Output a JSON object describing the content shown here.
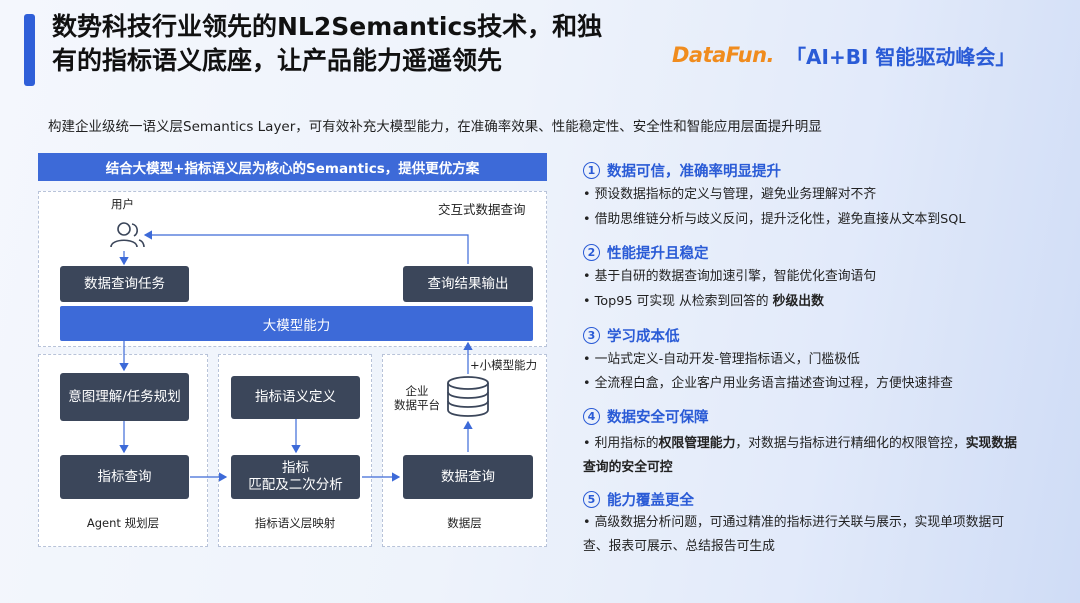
{
  "header": {
    "title_line1": "数势科技行业领先的NL2Semantics技术，和独",
    "title_line2": "有的指标语义底座，让产品能力遥遥领先",
    "brand_logo": "DataFun.",
    "brand_event": "「AI+BI 智能驱动峰会」"
  },
  "subtitle": "构建企业级统一语义层Semantics Layer，可有效补充大模型能力，在准确率效果、性能稳定性、安全性和智能应用层面提升明显",
  "diagram": {
    "header": "结合大模型+指标语义层为核心的Semantics，提供更优方案",
    "user_label": "用户",
    "interactive_label": "交互式数据查询",
    "task_box": "数据查询任务",
    "output_box": "查询结果输出",
    "llm_box": "大模型能力",
    "small_model_label": "+小模型能力",
    "intent_box": "意图理解/任务规划",
    "metric_query_box": "指标查询",
    "semantic_def_box": "指标语义定义",
    "match_box_line1": "指标",
    "match_box_line2": "匹配及二次分析",
    "enterprise_platform_line1": "企业",
    "enterprise_platform_line2": "数据平台",
    "data_query_box": "数据查询",
    "layer_a": "Agent 规划层",
    "layer_b": "指标语义层映射",
    "layer_c": "数据层"
  },
  "sections": [
    {
      "num": "1",
      "title": "数据可信，准确率明显提升",
      "bullets": [
        "• 预设数据指标的定义与管理，避免业务理解对不齐",
        "• 借助思维链分析与歧义反问，提升泛化性，避免直接从文本到SQL"
      ]
    },
    {
      "num": "2",
      "title": "性能提升且稳定",
      "bullets": [
        "• 基于自研的数据查询加速引擎，智能优化查询语句",
        "• Top95 可实现 从检索到回答的 "
      ],
      "bold_tail": "秒级出数"
    },
    {
      "num": "3",
      "title": "学习成本低",
      "bullets": [
        "• 一站式定义-自动开发-管理指标语义，门槛极低",
        "• 全流程白盒，企业客户用业务语言描述查询过程，方便快速排查"
      ]
    },
    {
      "num": "4",
      "title": "数据安全可保障",
      "bullet_pre": "• 利用指标的",
      "bullet_bold1": "权限管理能力",
      "bullet_mid": "，对数据与指标进行精细化的权限管控，",
      "bullet_bold2": "实现数据查询的安全可控"
    },
    {
      "num": "5",
      "title": "能力覆盖更全",
      "bullets": [
        "• 高级数据分析问题，可通过精准的指标进行关联与展示，实现单项数据可查、报表可展示、总结报告可生成"
      ]
    }
  ],
  "colors": {
    "accent": "#2f5fd8",
    "brand_blue": "#2a5bd6",
    "brand_orange": "#f08c1e",
    "dark_box": "#3b465a"
  }
}
